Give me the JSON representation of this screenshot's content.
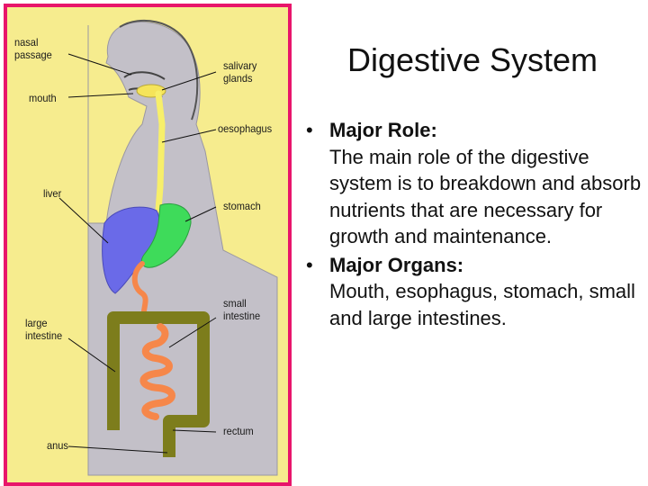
{
  "title": "Digestive System",
  "diagram": {
    "labels": {
      "nasal_passage": "nasal\npassage",
      "mouth": "mouth",
      "liver": "liver",
      "large_intestine": "large\nintestine",
      "anus": "anus",
      "salivary_glands": "salivary\nglands",
      "oesophagus": "oesophagus",
      "stomach": "stomach",
      "small_intestine": "small\nintestine",
      "rectum": "rectum"
    },
    "colors": {
      "frame_border": "#e8156b",
      "frame_background": "#f6ec8e",
      "body_silhouette": "#c3c0c8",
      "salivary_glands": "#f5e45a",
      "oesophagus": "#f7ef6a",
      "liver": "#6a6ae8",
      "stomach": "#3edb5a",
      "small_intestine": "#f6874a",
      "large_intestine": "#7d7d1c"
    }
  },
  "bullets": [
    {
      "heading": "Major Role:",
      "text": "The main role of the digestive system is to breakdown and absorb nutrients that are necessary for growth and maintenance."
    },
    {
      "heading": "Major Organs:",
      "text": "Mouth, esophagus, stomach, small and large intestines."
    }
  ],
  "bullet_symbol": "•"
}
